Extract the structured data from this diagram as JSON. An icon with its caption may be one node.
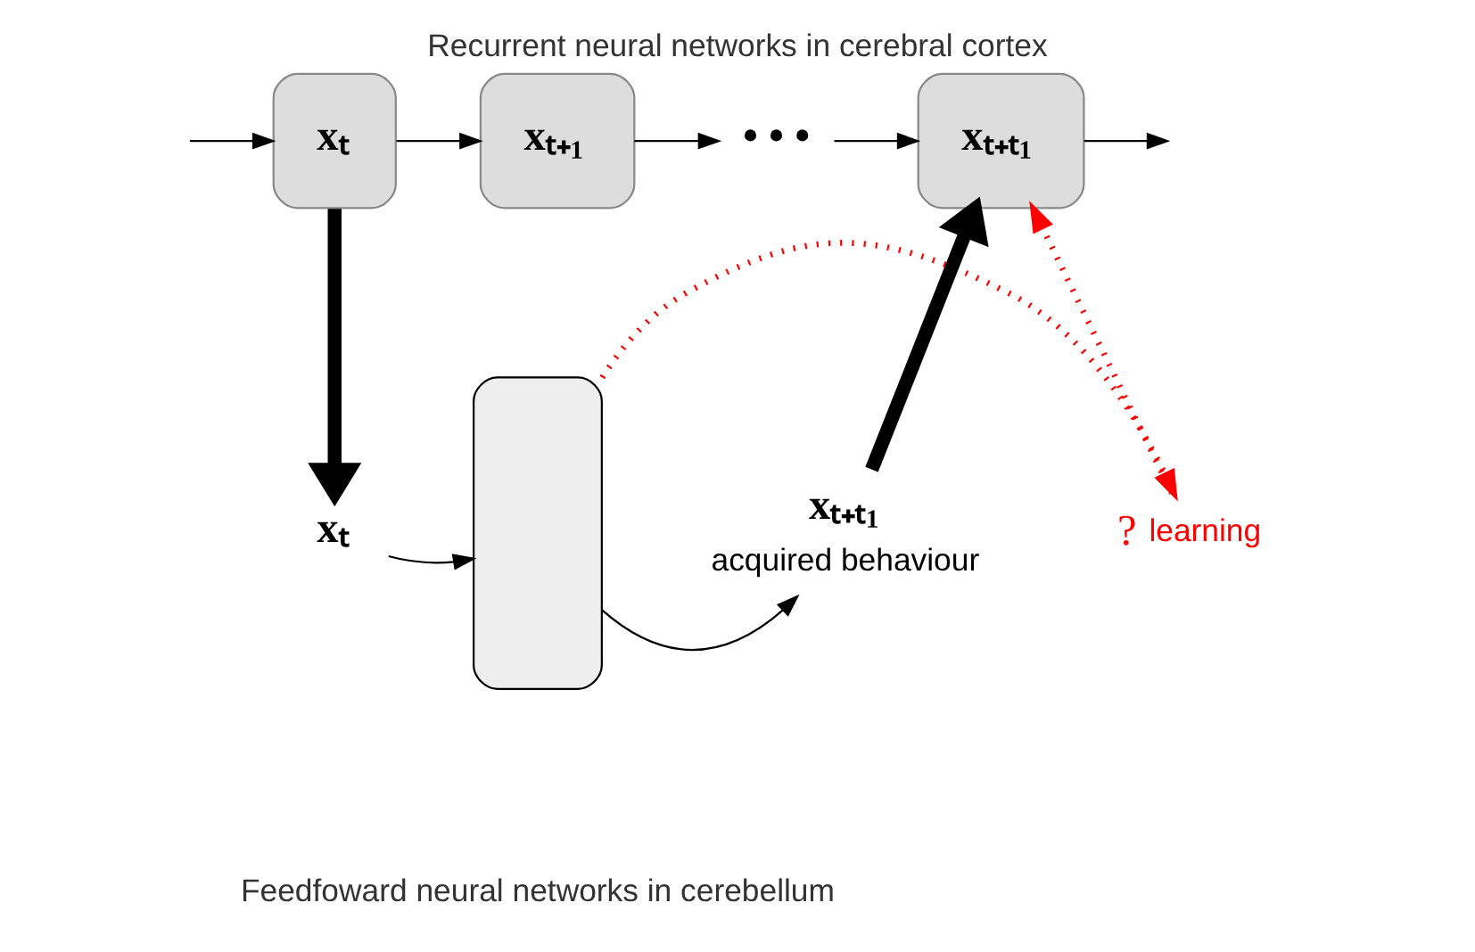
{
  "diagram": {
    "title": "Recurrent neural networks in cerebral cortex",
    "caption": "Feedfoward neural networks in cerebellum",
    "nodes": [
      {
        "text": [
          "xₜ"
        ]
      },
      {
        "text": [
          "xₜ₊₁"
        ]
      },
      {
        "text": [
          "• • •"
        ]
      },
      {
        "text": [
          "xₜ₊ₜ₁"
        ]
      },
      {
        "text": [
          "xₜ"
        ]
      },
      {
        "text": [],
        "shape": "box"
      },
      {
        "text": [
          "xₜ₊ₜ₁"
        ],
        "beside": [
          "acquired behaviour"
        ]
      },
      {
        "text": [
          "?"
        ],
        "beside": [
          "learning"
        ]
      }
    ],
    "edges": [
      {
        "from": null,
        "to": 0,
        "arrow": "to"
      },
      {
        "from": 0,
        "to": 1,
        "arrow": "to"
      },
      {
        "from": 1,
        "to": 2,
        "arrow": "to"
      },
      {
        "from": 2,
        "to": 3,
        "arrow": "to"
      },
      {
        "from": 3,
        "to": null,
        "arrow": "to"
      },
      {
        "from": 0,
        "to": 4,
        "arrow": "to",
        "style": "thick"
      },
      {
        "from": 4,
        "to": 5,
        "arrow": "to"
      },
      {
        "from": 5,
        "to": 6,
        "arrow": "to"
      },
      {
        "from": 6,
        "to": 3,
        "arrow": "to",
        "style": "thick"
      },
      {
        "from": 5,
        "to": 7,
        "arrow": "to",
        "style": "dashed",
        "color": "#ff0000"
      },
      {
        "from": 7,
        "to": 3,
        "arrow": "to",
        "style": "dashed",
        "color": "#ff0000"
      }
    ]
  }
}
